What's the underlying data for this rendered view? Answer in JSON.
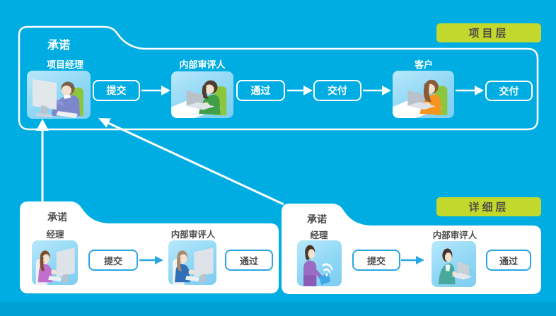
{
  "colors": {
    "background": "#00ade2",
    "badge_background": "#c3d82d",
    "badge_text": "#4d4f46",
    "white": "#ffffff",
    "detail_accent_blue": "#2aa7e0",
    "detail_text": "#4d4d4d",
    "tile_sky": "#8ed7f5",
    "chair_green": "#8cc63e"
  },
  "project_layer": {
    "badge_label": "项目层",
    "folder_tab": "承诺",
    "roles": {
      "manager": "项目经理",
      "reviewer": "内部审评人",
      "customer": "客户"
    },
    "actions": {
      "submit": "提交",
      "pass": "通过",
      "deliver1": "交付",
      "deliver2": "交付"
    }
  },
  "detail_layer": {
    "badge_label": "详细层",
    "left_panel": {
      "folder_tab": "承诺",
      "manager": "经理",
      "reviewer": "内部审评人",
      "submit": "提交",
      "pass": "通过"
    },
    "right_panel": {
      "folder_tab": "承诺",
      "manager": "经理",
      "reviewer": "内部审评人",
      "submit": "提交",
      "pass": "通过"
    }
  }
}
